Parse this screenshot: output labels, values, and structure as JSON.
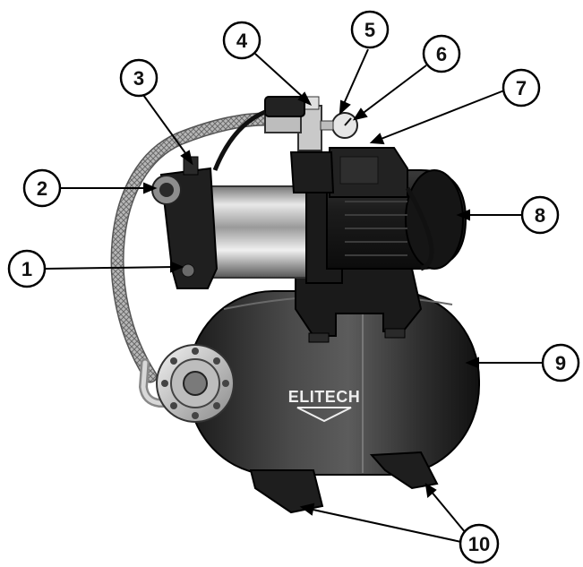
{
  "diagram": {
    "brand": "ELITECH",
    "callouts": [
      {
        "label": "1"
      },
      {
        "label": "2"
      },
      {
        "label": "3"
      },
      {
        "label": "4"
      },
      {
        "label": "5"
      },
      {
        "label": "6"
      },
      {
        "label": "7"
      },
      {
        "label": "8"
      },
      {
        "label": "9"
      },
      {
        "label": "10"
      }
    ]
  }
}
